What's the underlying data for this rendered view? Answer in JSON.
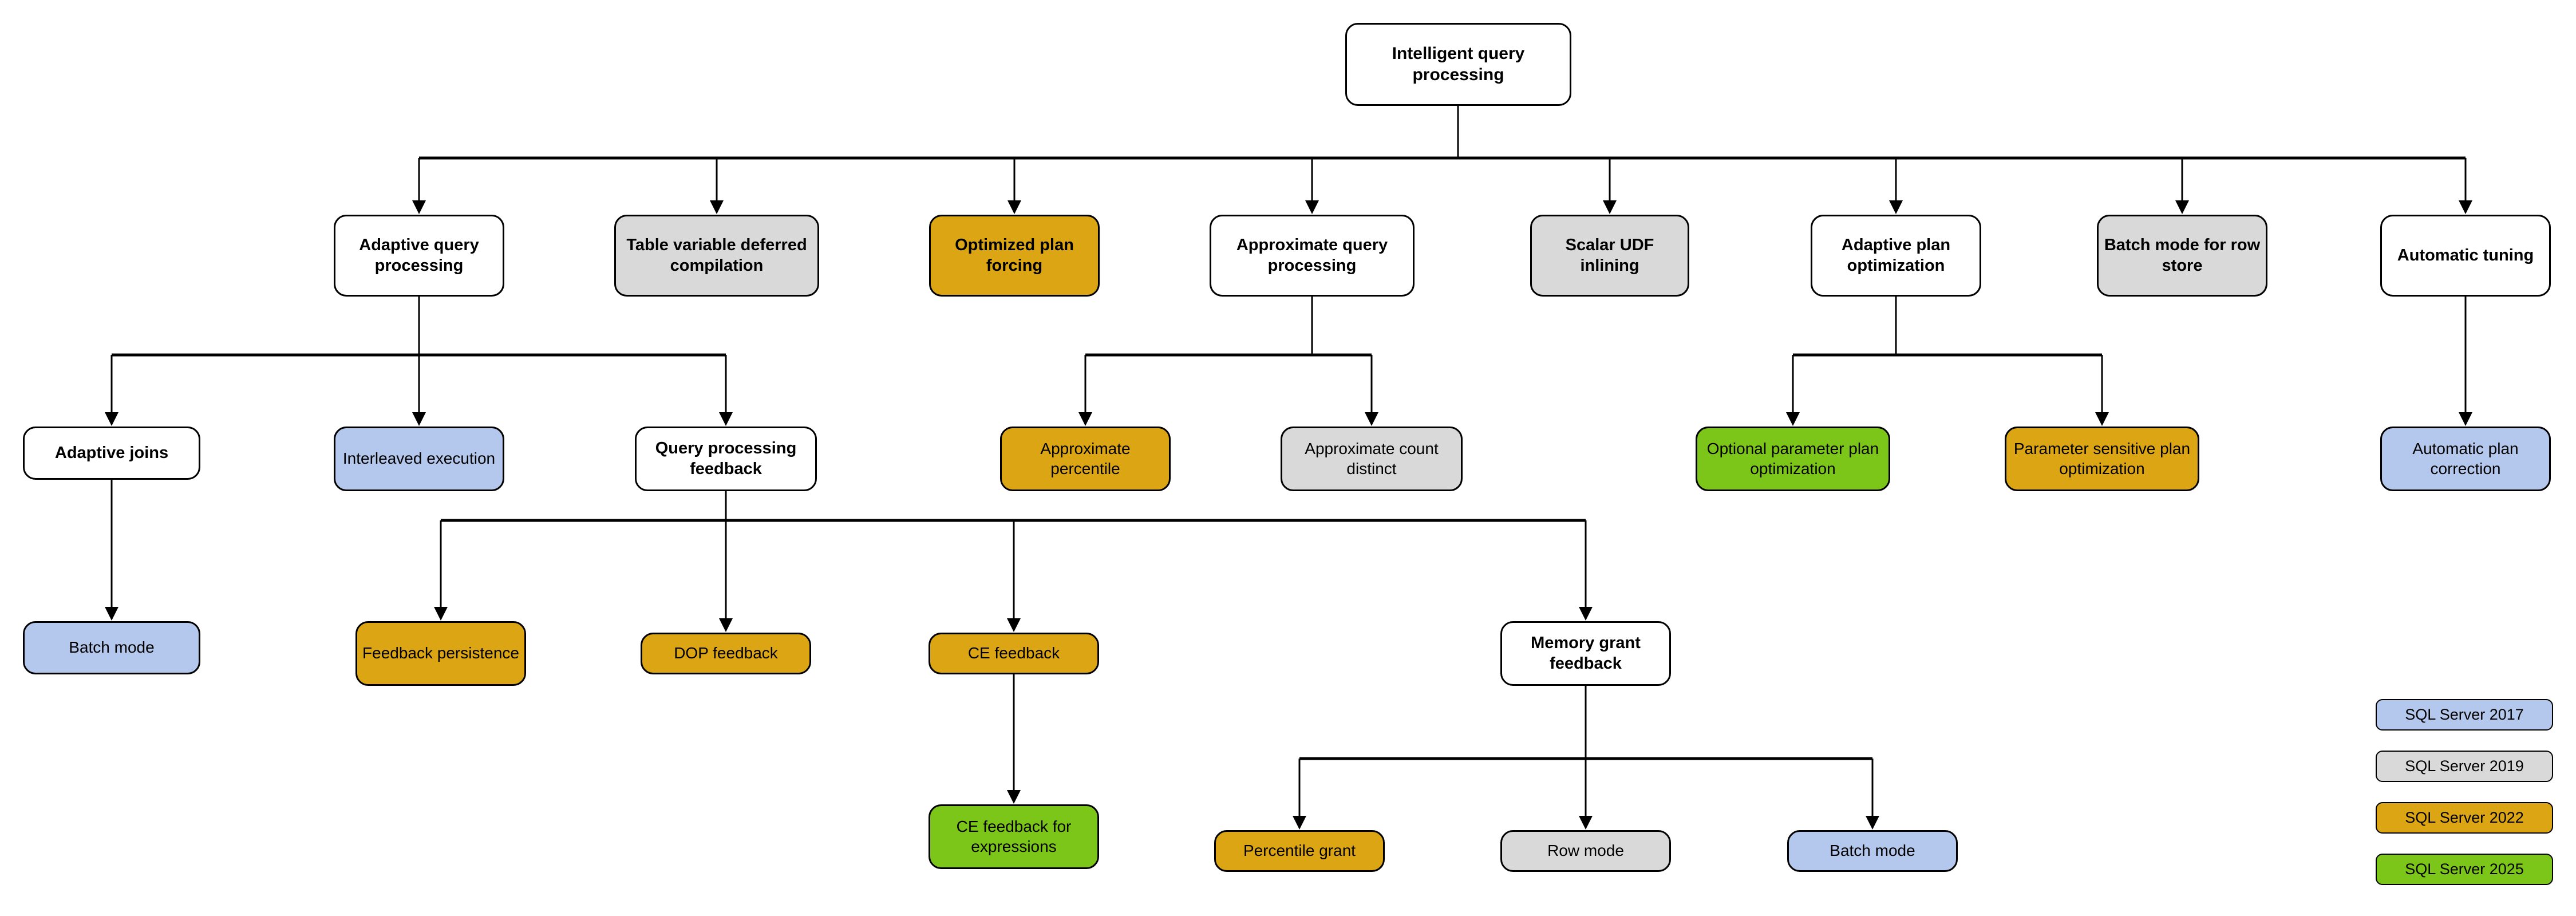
{
  "diagram": {
    "title": "Intelligent query processing",
    "palette": {
      "white": "#ffffff",
      "gray": "#d9d9d9",
      "gold": "#dca513",
      "blue": "#b4c7ec",
      "green": "#7bc618",
      "stroke": "#000000"
    },
    "nodes": {
      "root": "Intelligent query processing",
      "adaptive_query_processing": "Adaptive query processing",
      "table_variable_deferred_compilation": "Table variable deferred compilation",
      "optimized_plan_forcing": "Optimized plan forcing",
      "approximate_query_processing": "Approximate query processing",
      "scalar_udf_inlining": "Scalar UDF inlining",
      "adaptive_plan_optimization": "Adaptive plan optimization",
      "batch_mode_for_row_store": "Batch mode for row store",
      "automatic_tuning": "Automatic tuning",
      "adaptive_joins": "Adaptive joins",
      "interleaved_execution": "Interleaved execution",
      "query_processing_feedback": "Query processing feedback",
      "approximate_percentile": "Approximate percentile",
      "approximate_count_distinct": "Approximate count distinct",
      "optional_parameter_plan_optimization": "Optional parameter plan optimization",
      "parameter_sensitive_plan_optimization": "Parameter sensitive plan optimization",
      "automatic_plan_correction": "Automatic plan correction",
      "batch_mode_adaptive_joins": "Batch mode",
      "feedback_persistence": "Feedback persistence",
      "dop_feedback": "DOP feedback",
      "ce_feedback": "CE feedback",
      "memory_grant_feedback": "Memory grant feedback",
      "ce_feedback_for_expressions": "CE feedback for expressions",
      "percentile_grant": "Percentile grant",
      "row_mode": "Row mode",
      "batch_mode_memory_grant": "Batch mode"
    },
    "legend": [
      {
        "label": "SQL Server 2017",
        "color": "#b4c7ec"
      },
      {
        "label": "SQL Server 2019",
        "color": "#d9d9d9"
      },
      {
        "label": "SQL Server 2022",
        "color": "#dca513"
      },
      {
        "label": "SQL Server 2025",
        "color": "#7bc618"
      }
    ]
  }
}
